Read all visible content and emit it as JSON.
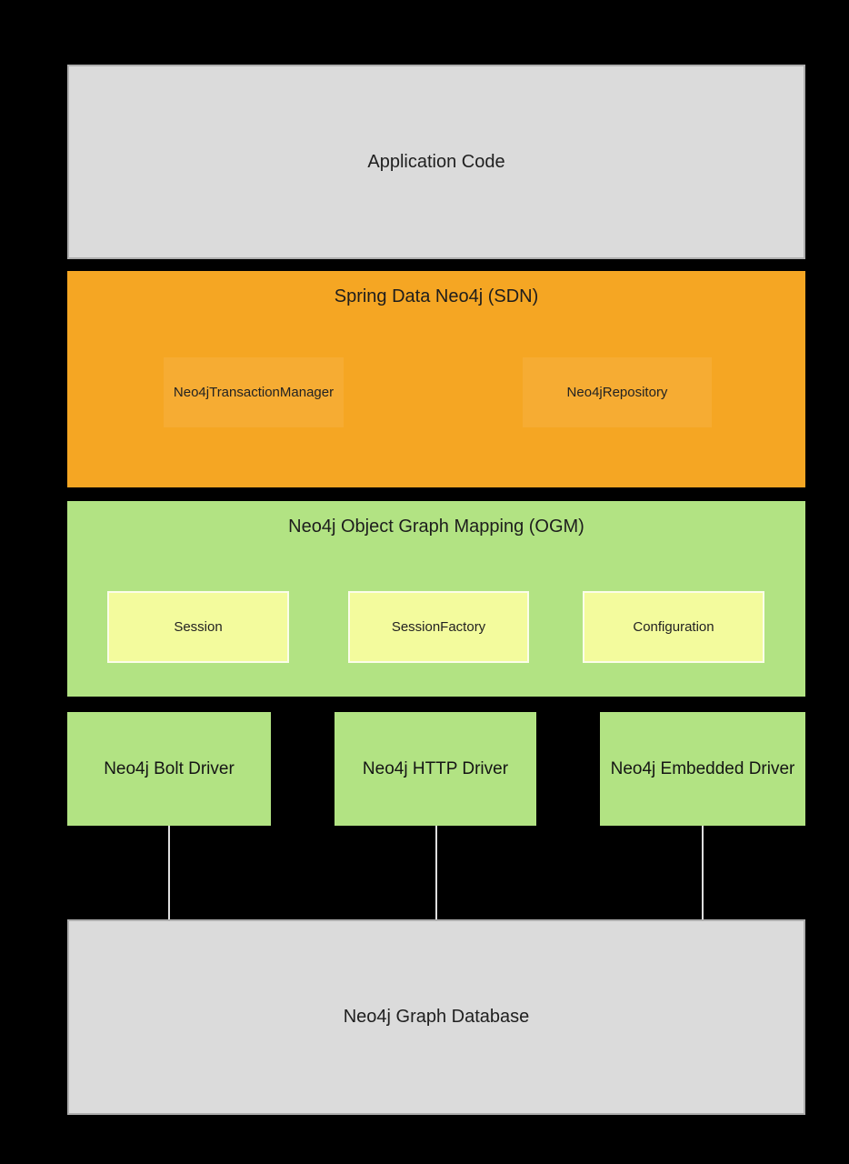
{
  "diagram": {
    "application": {
      "label": "Application Code"
    },
    "sdn": {
      "title": "Spring Data Neo4j (SDN)",
      "components": [
        {
          "label": "Neo4jTransactionManager"
        },
        {
          "label": "Neo4jRepository"
        }
      ]
    },
    "ogm": {
      "title": "Neo4j Object Graph Mapping (OGM)",
      "components": [
        {
          "label": "Session"
        },
        {
          "label": "SessionFactory"
        },
        {
          "label": "Configuration"
        }
      ]
    },
    "drivers": [
      {
        "label": "Neo4j Bolt Driver"
      },
      {
        "label": "Neo4j HTTP Driver"
      },
      {
        "label": "Neo4j Embedded Driver"
      }
    ],
    "database": {
      "label": "Neo4j Graph Database"
    }
  },
  "colors": {
    "background": "#000000",
    "gray_fill": "#dbdbdb",
    "gray_border": "#aeaeae",
    "orange_fill": "#f5a623",
    "orange_inner_fill": "#f6ac33",
    "green_fill": "#b2e383",
    "yellow_fill": "#f3fb9d",
    "yellow_border": "#fbfde9",
    "connector": "#dedede",
    "text": "#1d1d1d"
  }
}
